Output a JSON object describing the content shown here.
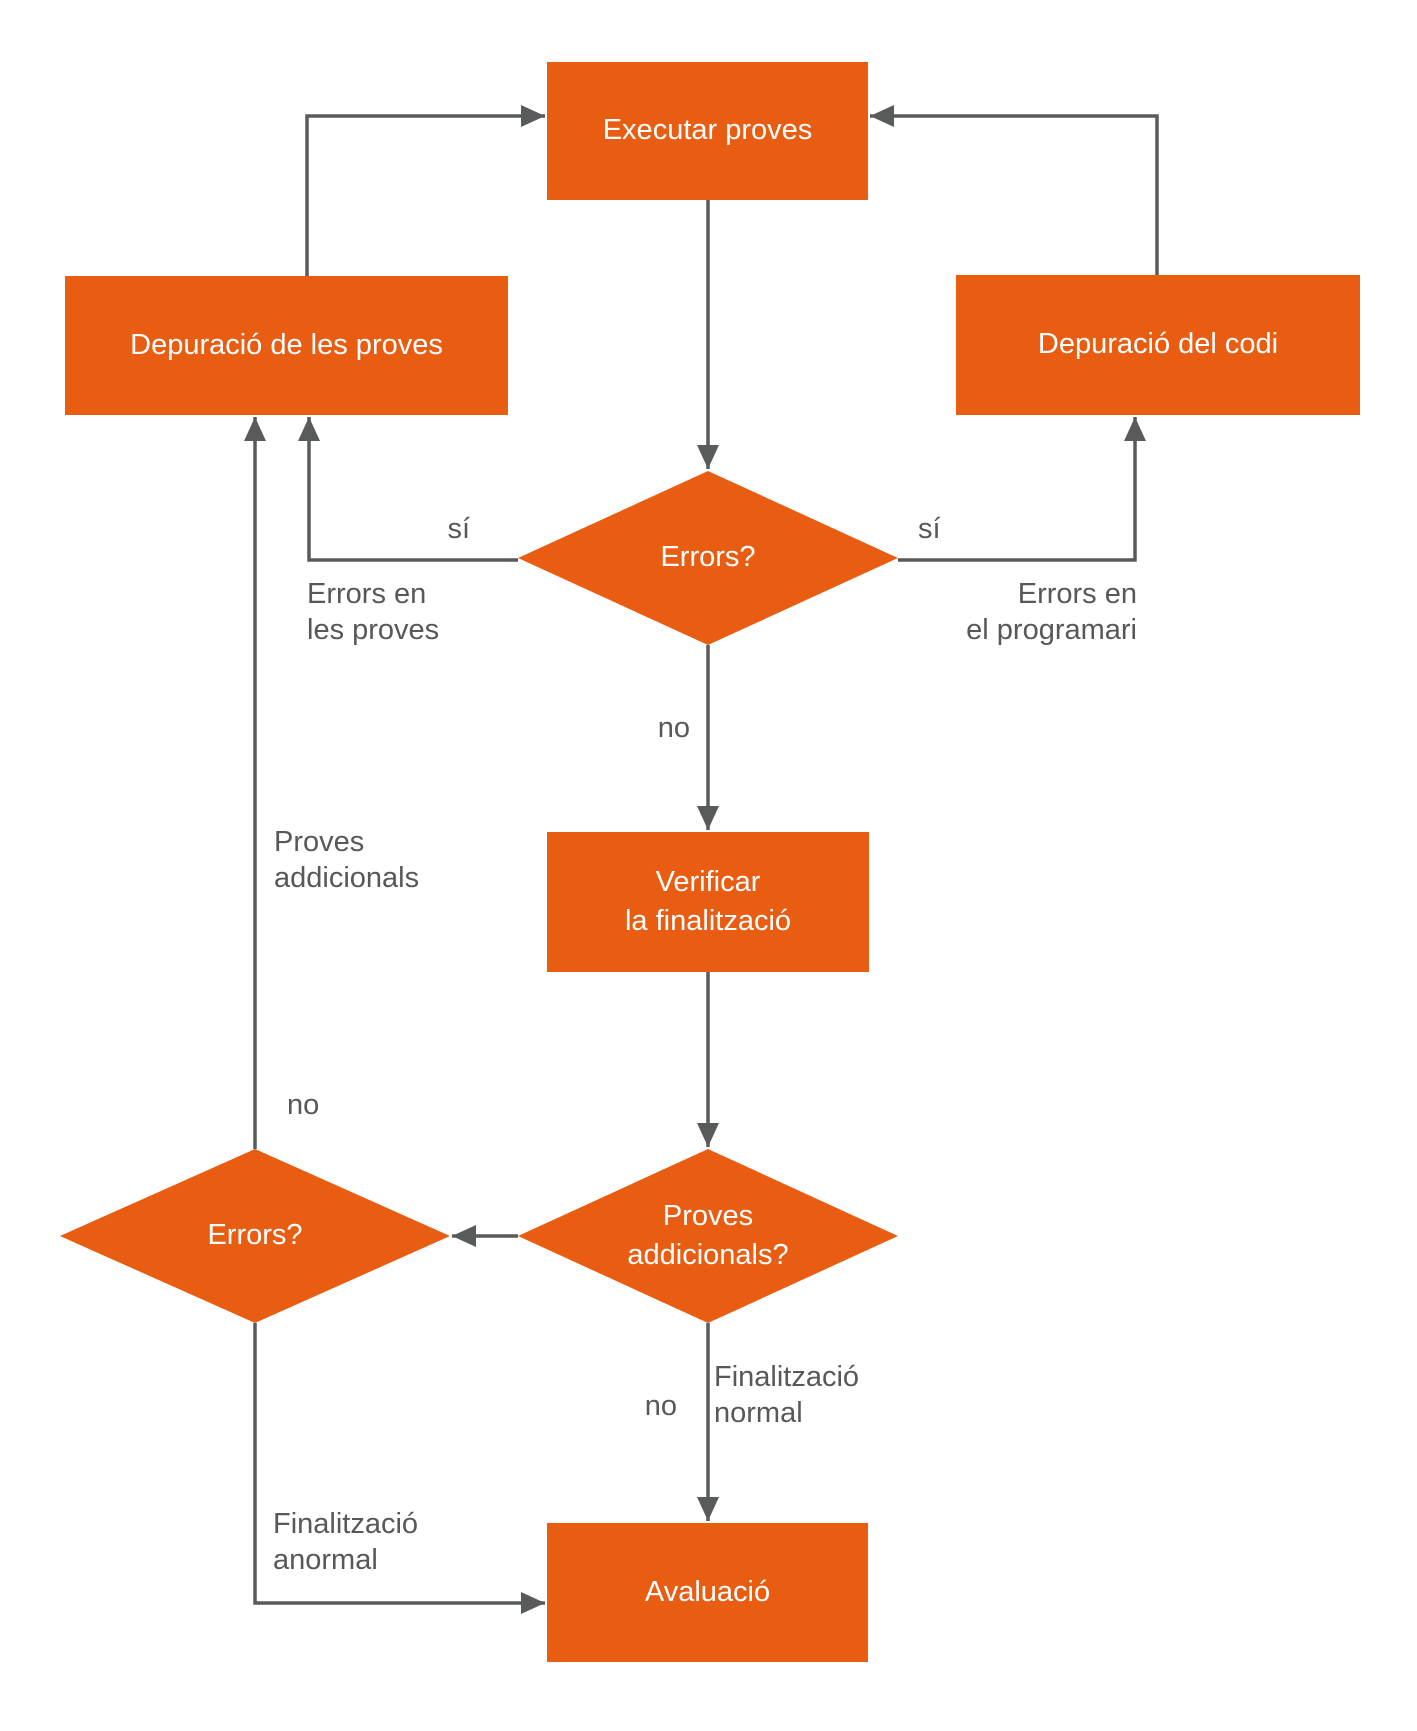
{
  "diagram": {
    "type": "flowchart",
    "language": "ca",
    "colors": {
      "node_fill": "#E85D12",
      "node_text": "#FFFFFF",
      "connector": "#595A5C",
      "label_text": "#58585A",
      "background": "#FFFFFF"
    },
    "nodes": {
      "executar_proves": "Executar proves",
      "depuracio_proves": "Depuració de les proves",
      "depuracio_codi": "Depuració del codi",
      "errors_top": "Errors?",
      "verificar_finalitzacio": "Verificar\nla finalització",
      "proves_addicionals": "Proves\naddicionals?",
      "errors_bottom": "Errors?",
      "avaluacio": "Avaluació"
    },
    "edge_labels": {
      "si_left": "sí",
      "errors_les_proves": "Errors en\nles proves",
      "si_right": "sí",
      "errors_programari": "Errors en\nel programari",
      "no_top": "no",
      "proves_addicionals": "Proves\naddicionals",
      "no_left": "no",
      "no_bottom": "no",
      "finalitzacio_normal": "Finalització\nnormal",
      "finalitzacio_anormal": "Finalització\nanormal"
    }
  }
}
